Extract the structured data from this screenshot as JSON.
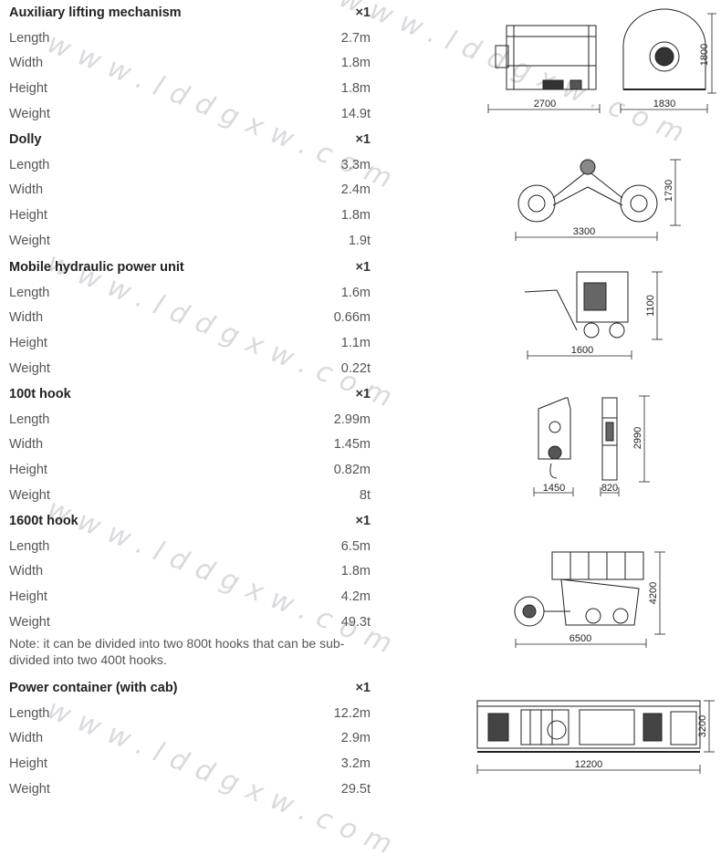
{
  "sections": [
    {
      "title": "Auxiliary lifting mechanism",
      "qty": "×1",
      "rows": [
        {
          "label": "Length",
          "value": "2.7m"
        },
        {
          "label": "Width",
          "value": "1.8m"
        },
        {
          "label": "Height",
          "value": "1.8m"
        },
        {
          "label": "Weight",
          "value": "14.9t"
        }
      ],
      "dims": [
        "2700",
        "1830",
        "1800"
      ]
    },
    {
      "title": "Dolly",
      "qty": "×1",
      "rows": [
        {
          "label": "Length",
          "value": "3.3m"
        },
        {
          "label": "Width",
          "value": "2.4m"
        },
        {
          "label": "Height",
          "value": "1.8m"
        },
        {
          "label": "Weight",
          "value": "1.9t"
        }
      ],
      "dims": [
        "3300",
        "1730"
      ]
    },
    {
      "title": "Mobile hydraulic power unit",
      "qty": "×1",
      "rows": [
        {
          "label": "Length",
          "value": "1.6m"
        },
        {
          "label": "Width",
          "value": "0.66m"
        },
        {
          "label": "Height",
          "value": "1.1m"
        },
        {
          "label": "Weight",
          "value": "0.22t"
        }
      ],
      "dims": [
        "1600",
        "1100"
      ]
    },
    {
      "title": "100t hook",
      "qty": "×1",
      "rows": [
        {
          "label": "Length",
          "value": "2.99m"
        },
        {
          "label": "Width",
          "value": "1.45m"
        },
        {
          "label": "Height",
          "value": "0.82m"
        },
        {
          "label": "Weight",
          "value": "8t"
        }
      ],
      "dims": [
        "1450",
        "820",
        "2990"
      ]
    },
    {
      "title": "1600t hook",
      "qty": "×1",
      "rows": [
        {
          "label": "Length",
          "value": "6.5m"
        },
        {
          "label": "Width",
          "value": "1.8m"
        },
        {
          "label": "Height",
          "value": "4.2m"
        },
        {
          "label": "Weight",
          "value": "49.3t"
        }
      ],
      "note": "Note: it can be divided into two 800t hooks that can be sub-divided into two 400t hooks.",
      "dims": [
        "6500",
        "4200"
      ]
    },
    {
      "title": "Power container (with cab)",
      "qty": "×1",
      "rows": [
        {
          "label": "Length",
          "value": "12.2m"
        },
        {
          "label": "Width",
          "value": "2.9m"
        },
        {
          "label": "Height",
          "value": "3.2m"
        },
        {
          "label": "Weight",
          "value": "29.5t"
        }
      ],
      "dims": [
        "12200",
        "3200"
      ]
    }
  ],
  "watermark": "www.lddgxw.com"
}
